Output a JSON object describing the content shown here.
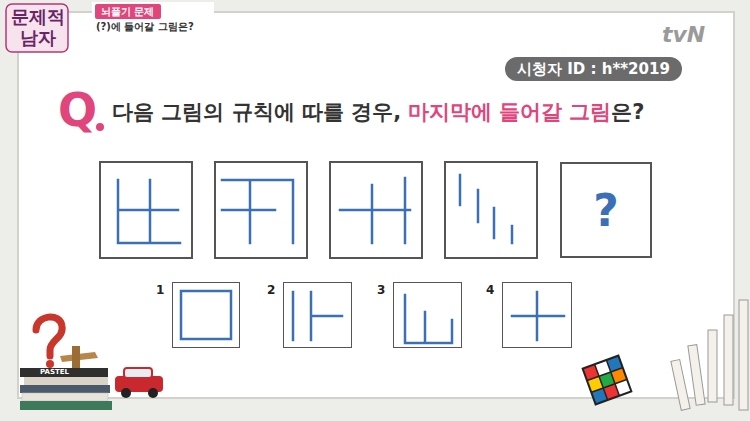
{
  "diagram": {
    "nodes": [
      {
        "text": [
          "뇌풀기 문제"
        ]
      },
      {
        "text": [
          "시청자 ID : h**2019"
        ]
      },
      {
        "text": [
          "?"
        ]
      },
      {
        "text": [
          "1"
        ]
      },
      {
        "text": [
          "2"
        ]
      },
      {
        "text": [
          "3"
        ]
      },
      {
        "text": [
          "4"
        ]
      }
    ],
    "labels": [
      "문제적 남자",
      "(?)에 들어갈 그림은?",
      "tvN",
      "Q",
      "다음 그림의 규칙에 따를 경우,",
      "마지막에 들어갈 그림",
      "은?",
      "PASTEL"
    ]
  }
}
